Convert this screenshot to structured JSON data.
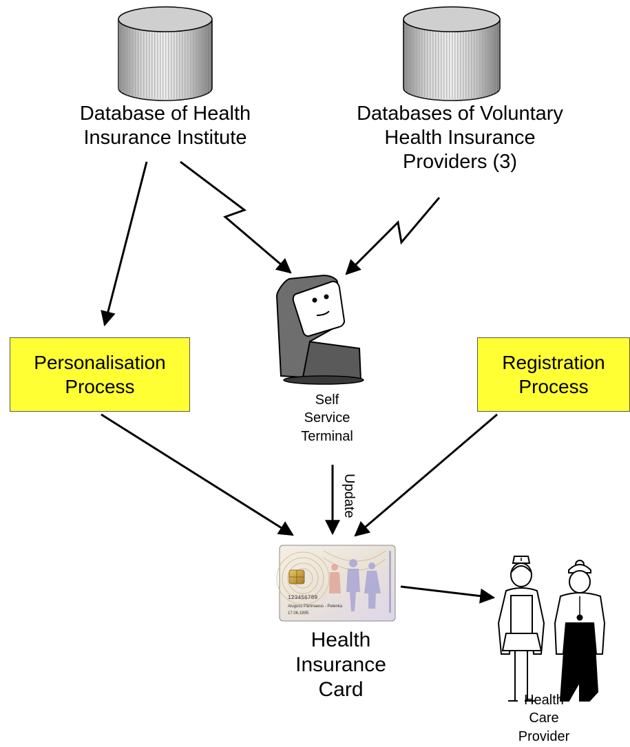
{
  "nodes": {
    "db_health_institute": "Database of Health\nInsurance Institute",
    "db_voluntary": "Databases of Voluntary\nHealth Insurance\nProviders (3)",
    "personalisation": "Personalisation\nProcess",
    "registration": "Registration\nProcess",
    "terminal": "Self\nService\nTerminal",
    "update": "Update",
    "card": "Health\nInsurance\nCard",
    "provider": "Health\nCare\nProvider"
  },
  "card_print": {
    "number": "123456789",
    "name": "Aluguss Pärtmaeus - Pelenka",
    "date": "17.06.1995"
  },
  "colors": {
    "process_box": "#ffff33",
    "arrow": "#000000",
    "database": "#b8b8b8",
    "terminal": "#707070"
  }
}
